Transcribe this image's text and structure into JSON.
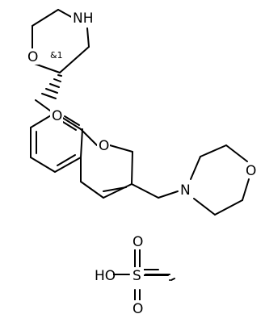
{
  "atoms": {
    "morpholine_top_N": "NH",
    "morpholine_top_O": "O",
    "ether_O": "O",
    "chromene_O": "O",
    "morpholine_right_O": "O",
    "morpholine_right_N": "N",
    "sulfonic_O_top": "O",
    "sulfonic_O_bottom": "O",
    "sulfonic_S": "S",
    "sulfonic_OH": "HO"
  },
  "stereo_label": "&1",
  "colors": {
    "bond": "#000000",
    "text": "#000000",
    "background": "#ffffff"
  }
}
